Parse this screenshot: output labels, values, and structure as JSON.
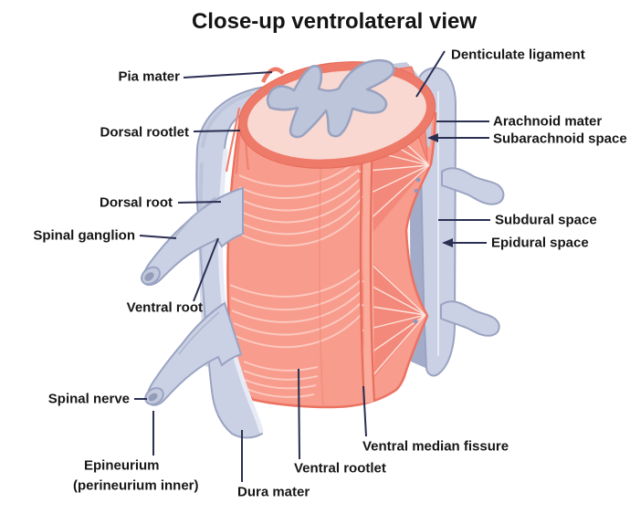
{
  "title": "Close-up ventrolateral view",
  "labels": {
    "pia_mater": "Pia mater",
    "dorsal_rootlet": "Dorsal rootlet",
    "dorsal_root": "Dorsal root",
    "spinal_ganglion": "Spinal ganglion",
    "ventral_root": "Ventral root",
    "spinal_nerve": "Spinal nerve",
    "epineurium": "Epineurium",
    "epineurium_sub": "(perineurium inner)",
    "dura_mater": "Dura mater",
    "ventral_rootlet": "Ventral rootlet",
    "ventral_median_fissure": "Ventral median fissure",
    "denticulate_ligament": "Denticulate ligament",
    "arachnoid_mater": "Arachnoid mater",
    "subarachnoid_space": "Subarachnoid space",
    "subdural_space": "Subdural space",
    "epidural_space": "Epidural space"
  },
  "colors": {
    "background": "#ffffff",
    "cord": "#f89c8d",
    "cord-deep": "#f3897a",
    "cord-outline": "#ec7261",
    "cord-streak": "#fcc9bf",
    "section-fill": "#f8d8d1",
    "section-ring": "#ee7b6a",
    "gray-matter": "#bdc5db",
    "gray-matter-outline": "#99a2c0",
    "sheath": "#cbd1e4",
    "sheath-edge": "#9aa3c2",
    "sheath-dark": "#a2abc8",
    "sheath-highlight": "#e8ebf5",
    "leader-line": "#2b2f52"
  }
}
